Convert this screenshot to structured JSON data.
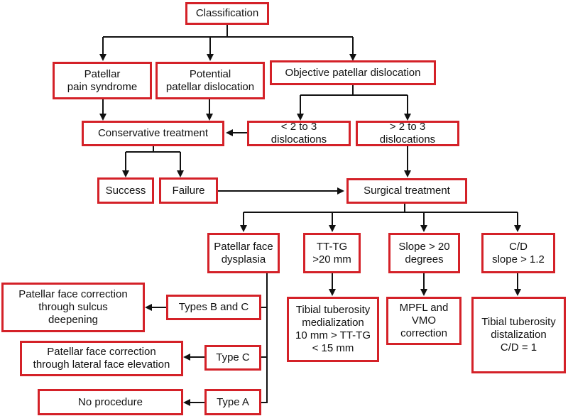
{
  "colors": {
    "box_border": "#d42128",
    "connector": "#111111",
    "background": "#ffffff"
  },
  "nodes": {
    "classification": "Classification",
    "patellar_pain": "Patellar\npain syndrome",
    "potential_dislocation": "Potential\npatellar dislocation",
    "objective_dislocation": "Objective patellar dislocation",
    "conservative": "Conservative treatment",
    "lt_dislocations": "< 2 to 3 dislocations",
    "gt_dislocations": "> 2 to 3 dislocations",
    "success": "Success",
    "failure": "Failure",
    "surgical": "Surgical treatment",
    "face_dysplasia": "Patellar face\ndysplasia",
    "tt_tg": "TT-TG\n>20 mm",
    "slope": "Slope > 20\ndegrees",
    "cd_slope": "C/D\nslope > 1.2",
    "types_bc": "Types B and C",
    "type_c": "Type C",
    "type_a": "Type A",
    "sulcus_deepening": "Patellar face correction\nthrough sulcus\ndeepening",
    "lateral_elevation": "Patellar face correction\nthrough lateral face elevation",
    "no_procedure": "No procedure",
    "medialization": "Tibial tuberosity\nmedialization\n10 mm > TT-TG\n< 15 mm",
    "mpfl": "MPFL and\nVMO\ncorrection",
    "distalization": "Tibial tuberosity\ndistalization\nC/D = 1"
  }
}
